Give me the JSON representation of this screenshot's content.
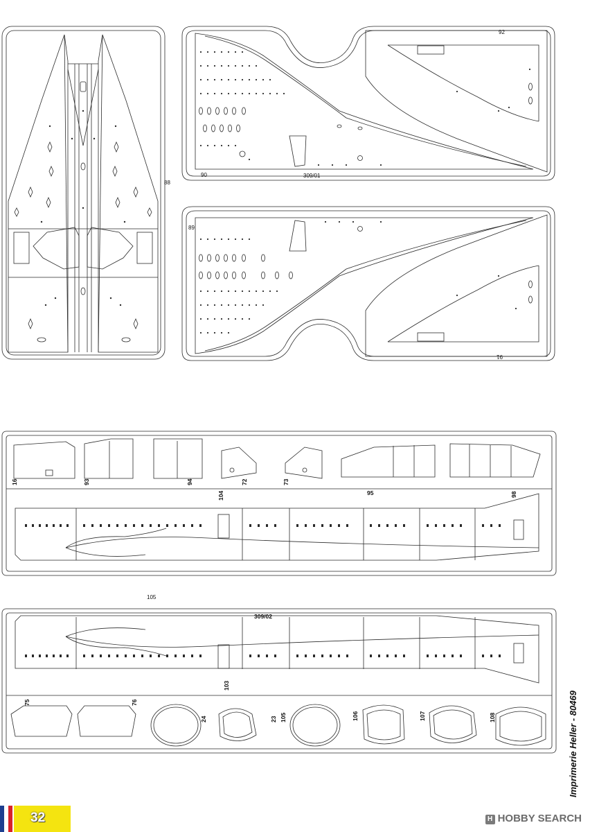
{
  "sprue_codes": {
    "top": "309/01",
    "bottom": "309/02"
  },
  "part_numbers": {
    "p88": "88",
    "p90": "90",
    "p92": "92",
    "p89": "89",
    "p91": "91",
    "p16": "16",
    "p93": "93",
    "p94": "94",
    "p72": "72",
    "p73": "73",
    "p104": "104",
    "p95": "95",
    "p98": "98",
    "p105": "105",
    "p103": "103",
    "p75": "75",
    "p76": "76",
    "p24": "24",
    "p23": "23",
    "p105b": "105",
    "p106": "106",
    "p107": "107",
    "p108": "108"
  },
  "imprint": "Imprimerie Heller - 80469",
  "page_number": "32",
  "watermark": {
    "icon": "hobby-search-logo",
    "text": "HOBBY SEARCH",
    "logo_mark": "H"
  },
  "colors": {
    "yellow": "#f4e410",
    "flag_blue": "#1d3e8f",
    "flag_red": "#d8232a",
    "line": "#2a2a2a"
  }
}
